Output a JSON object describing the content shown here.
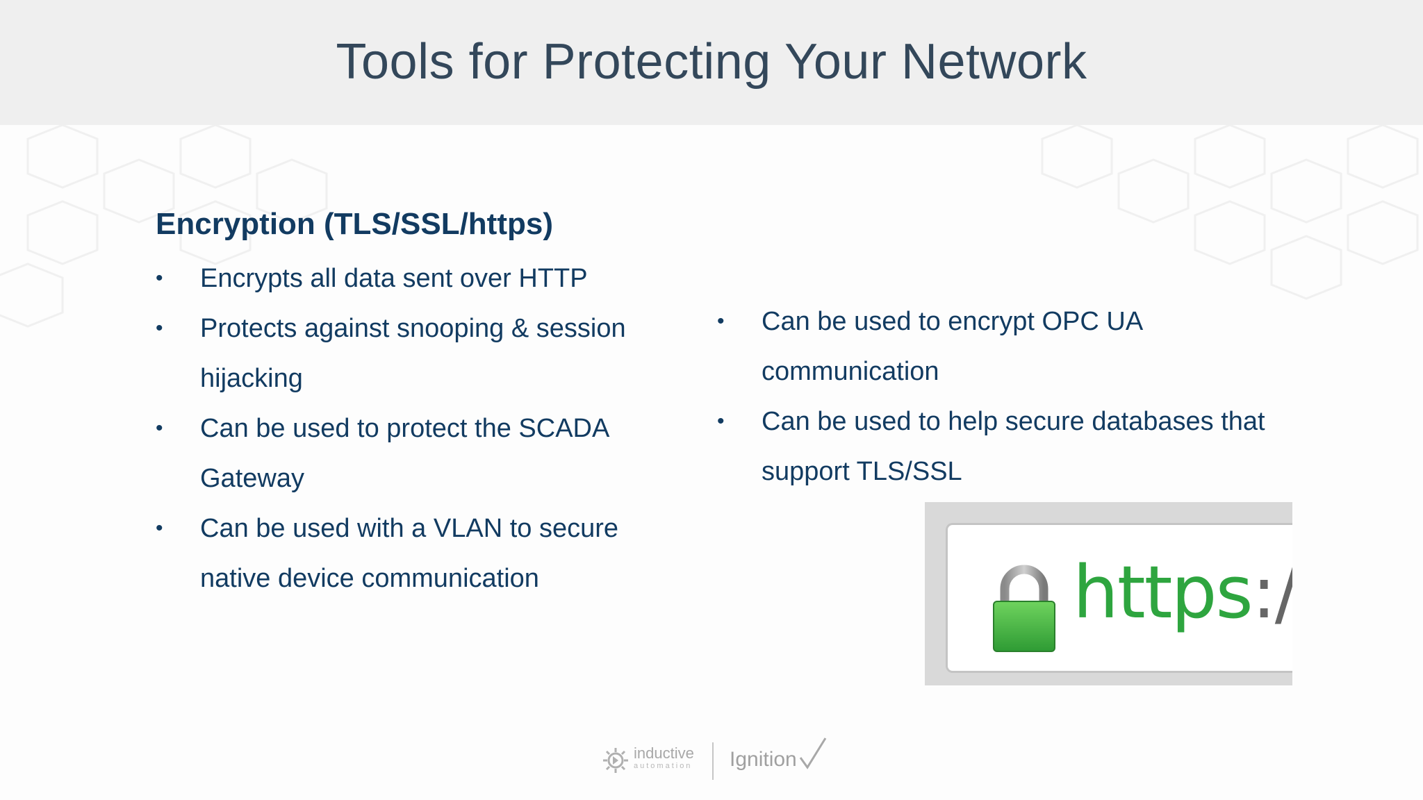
{
  "slide": {
    "title": "Tools for Protecting Your Network",
    "section_heading": "Encryption (TLS/SSL/https)",
    "bullet_symbol": "•",
    "left_bullets": [
      {
        "text": "Encrypts all data sent over HTTP"
      },
      {
        "text": "Protects against snooping & session hijacking"
      },
      {
        "text": "Can be used to protect the SCADA Gateway"
      },
      {
        "text": "Can be used with a VLAN to secure native device communication"
      }
    ],
    "right_bullets": [
      {
        "text": "Can be used to encrypt OPC UA communication"
      },
      {
        "text": "Can be used to help secure databases that support TLS/SSL"
      }
    ],
    "https_image": {
      "scheme": "https",
      "separator": "://",
      "lock_icon": "lock-icon"
    },
    "footer": {
      "company_name": "inductive",
      "company_sub": "automation",
      "product_name": "Ignition"
    }
  },
  "colors": {
    "title": "#33475a",
    "title_bar": "#efefef",
    "body_text": "#123b61",
    "https_green": "#2ea53f",
    "lock_green": "#4cb947"
  }
}
